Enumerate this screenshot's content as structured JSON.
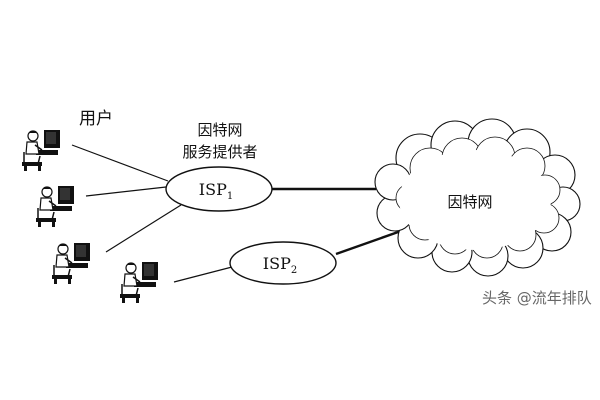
{
  "labels": {
    "users": "用户",
    "isp_caption_line1": "因特网",
    "isp_caption_line2": "服务提供者",
    "isp1_main": "ISP",
    "isp1_sub": "1",
    "isp2_main": "ISP",
    "isp2_sub": "2",
    "cloud": "因特网"
  },
  "watermark": "头条 @流年排队",
  "colors": {
    "ink": "#111111",
    "watermark": "#666666"
  },
  "icons": [
    "user-at-computer-icon",
    "cloud-icon"
  ]
}
